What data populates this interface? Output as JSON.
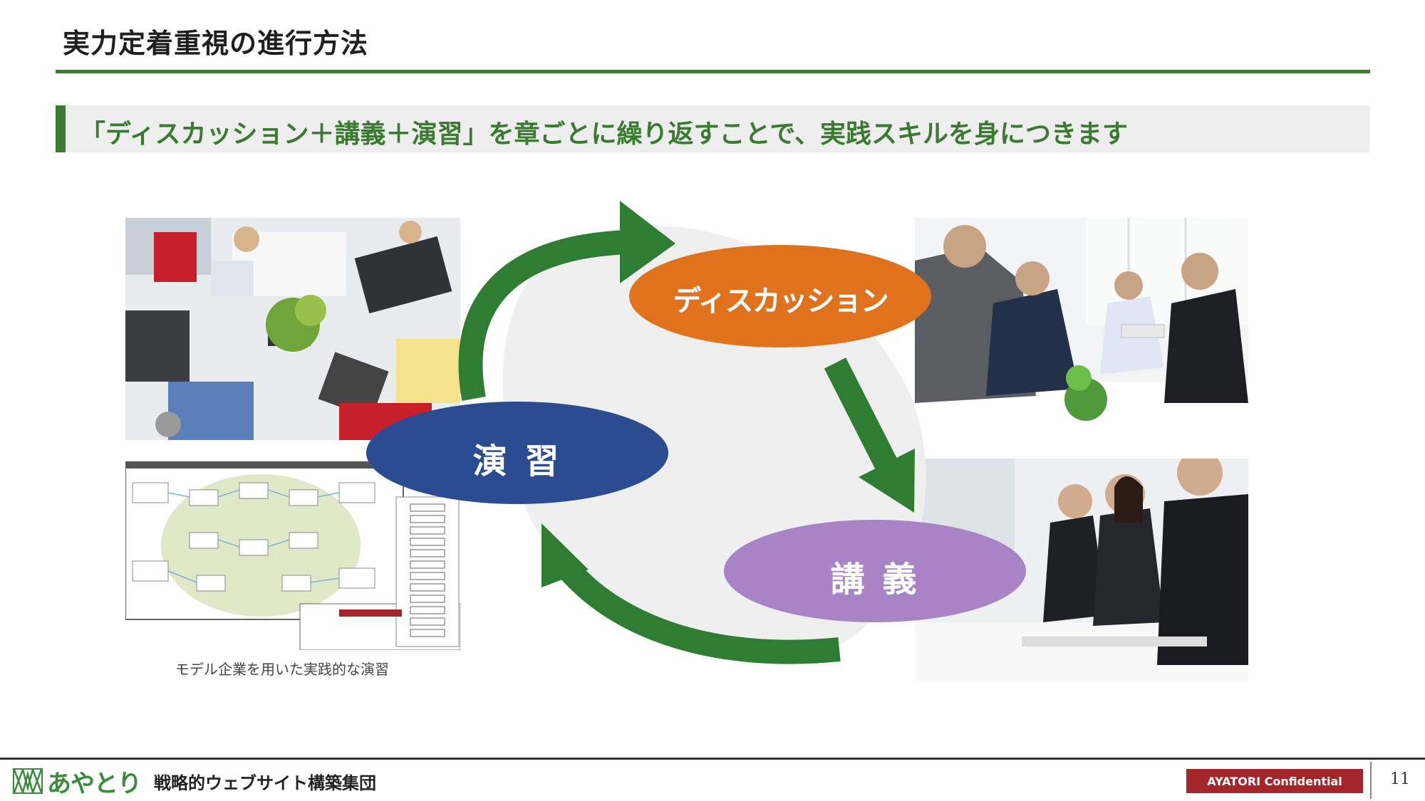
{
  "header": {
    "title": "実力定着重視の進行方法",
    "banner_text": "「ディスカッション＋講義＋演習」を章ごとに繰り返すことで、実践スキルを身につきます"
  },
  "cycle": {
    "discussion_label": "ディスカッション",
    "exercise_label": "演 習",
    "lecture_label": "講 義",
    "colors": {
      "discussion": "#e0721e",
      "exercise": "#2c4c91",
      "lecture": "#a884c6",
      "arrow": "#2f7d32"
    }
  },
  "photos": {
    "caption": "モデル企業を用いた実践的な演習"
  },
  "footer": {
    "brand": "あやとり",
    "tagline": "戦略的ウェブサイト構築集団",
    "confidential": "AYATORI Confidential",
    "page_number": "11"
  }
}
